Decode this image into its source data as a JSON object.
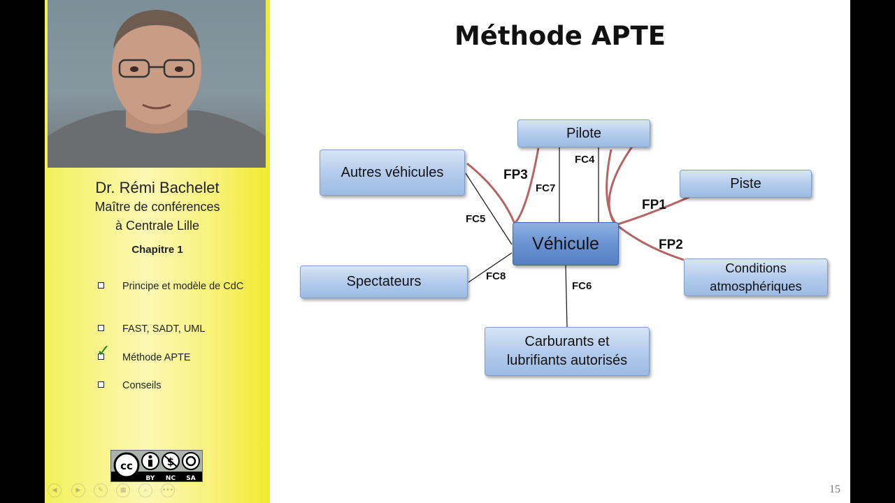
{
  "sidebar": {
    "presenter_name": "Dr. Rémi Bachelet",
    "presenter_role": "Maître de conférences",
    "presenter_org": "à Centrale Lille",
    "chapter": "Chapitre 1",
    "toc": [
      {
        "label": "Principe et modèle de CdC",
        "checked": false
      },
      {
        "label": "FAST, SADT, UML",
        "checked": false
      },
      {
        "label": "Méthode APTE",
        "checked": true
      },
      {
        "label": "Conseils",
        "checked": false
      }
    ],
    "check_mark": "✓",
    "license": {
      "by": "BY",
      "nc": "NC",
      "sa": "SA"
    },
    "controls": [
      "arrow-left-icon",
      "arrow-right-icon",
      "pen-icon",
      "slides-icon",
      "zoom-icon",
      "more-icon"
    ]
  },
  "slide": {
    "title": "Méthode APTE",
    "page_number": "15",
    "nodes": {
      "vehicule": "Véhicule",
      "pilote": "Pilote",
      "autres": "Autres véhicules",
      "piste": "Piste",
      "spectateurs": "Spectateurs",
      "conditions_l1": "Conditions",
      "conditions_l2": "atmosphériques",
      "carburants_l1": "Carburants et",
      "carburants_l2": "lubrifiants autorisés"
    },
    "labels": {
      "fp1": "FP1",
      "fp2": "FP2",
      "fp3": "FP3",
      "fc4": "FC4",
      "fc5": "FC5",
      "fc6": "FC6",
      "fc7": "FC7",
      "fc8": "FC8"
    },
    "colors": {
      "primary_function": "#b56464",
      "constraint_function": "#111111"
    }
  }
}
